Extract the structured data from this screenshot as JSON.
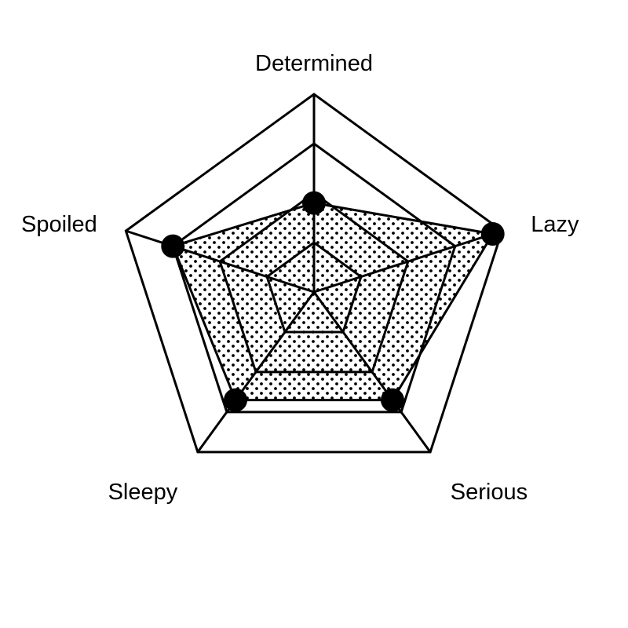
{
  "chart_data": {
    "type": "radar",
    "title": "",
    "axes": [
      "Determined",
      "Lazy",
      "Serious",
      "Sleepy",
      "Spoiled"
    ],
    "rlim": [
      0,
      4
    ],
    "rings": [
      1,
      2,
      3,
      4
    ],
    "series": [
      {
        "values": [
          1.8,
          3.8,
          2.7,
          2.7,
          3.0
        ],
        "fill_pattern": "dots",
        "marker": "filled-circle"
      }
    ],
    "grid": true,
    "legend": "none",
    "colors": {
      "line": "#000000",
      "marker": "#000000",
      "background": "#ffffff"
    }
  }
}
